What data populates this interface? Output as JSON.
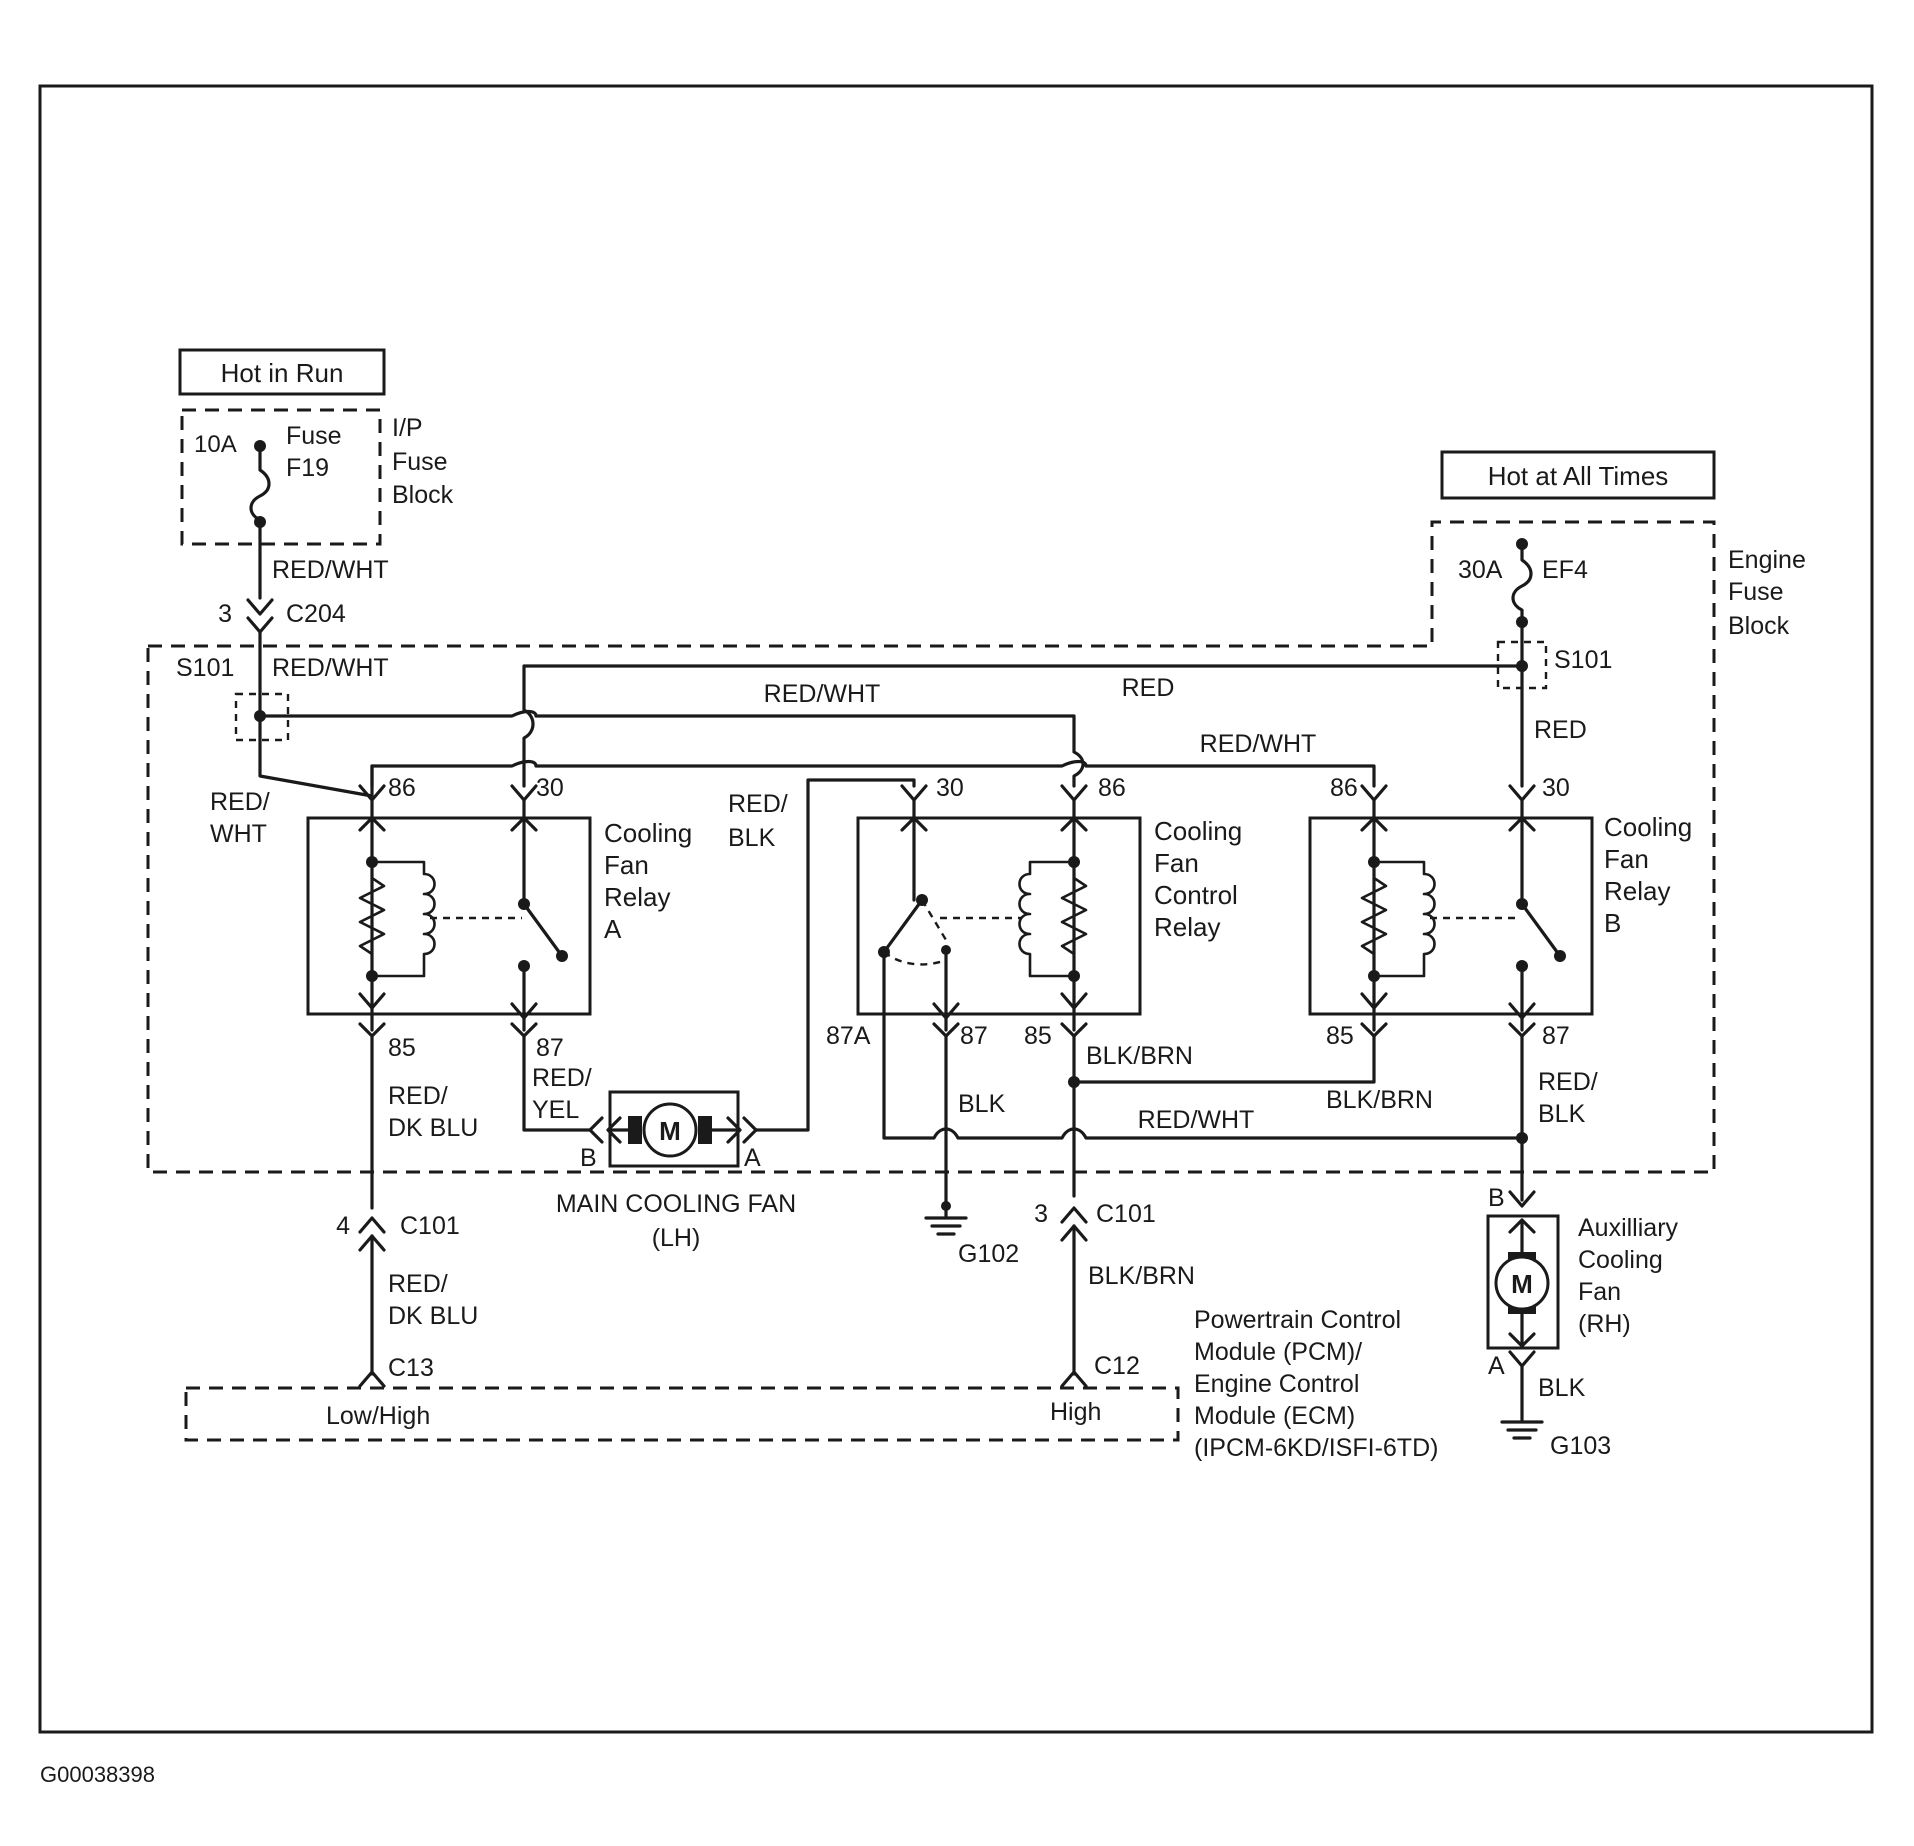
{
  "figure_id": "G00038398",
  "power": {
    "hot_in_run": "Hot in Run",
    "hot_at_all_times": "Hot at All Times"
  },
  "ip_fuse": {
    "rating": "10A",
    "name_line1": "Fuse",
    "name_line2": "F19",
    "block_line1": "I/P",
    "block_line2": "Fuse",
    "block_line3": "Block"
  },
  "engine_fuse": {
    "rating": "30A",
    "name": "EF4",
    "block_line1": "Engine",
    "block_line2": "Fuse",
    "block_line3": "Block"
  },
  "connectors": {
    "c204_pin": "3",
    "c204": "C204",
    "s101_left": "S101",
    "s101_right": "S101",
    "c101_left_pin": "4",
    "c101_left": "C101",
    "c101_right_pin": "3",
    "c101_right": "C101",
    "c13": "C13",
    "c12": "C12"
  },
  "wires": {
    "red_wht_top": "RED/WHT",
    "red_wht_s101": "RED/WHT",
    "red_wht_left_1": "RED/",
    "red_wht_left_2": "WHT",
    "red_wht_mid": "RED/WHT",
    "red": "RED",
    "red_wht_right": "RED/WHT",
    "red_right": "RED",
    "red_blk_1": "RED/",
    "red_blk_2": "BLK",
    "red_dk_blu_1": "RED/",
    "red_dk_blu_2": "DK BLU",
    "red_yel_1": "RED/",
    "red_yel_2": "YEL",
    "blk": "BLK",
    "blk_brn_1": "BLK/BRN",
    "blk_brn_2": "BLK/BRN",
    "red_wht_bottom": "RED/WHT",
    "red_blk_b_1": "RED/",
    "red_blk_b_2": "BLK",
    "red_dk_blu_low_1": "RED/",
    "red_dk_blu_low_2": "DK BLU",
    "blk_brn_low": "BLK/BRN",
    "blk_aux": "BLK"
  },
  "relays": {
    "a": {
      "line1": "Cooling",
      "line2": "Fan",
      "line3": "Relay",
      "line4": "A",
      "pin86": "86",
      "pin30": "30",
      "pin85": "85",
      "pin87": "87"
    },
    "control": {
      "line1": "Cooling",
      "line2": "Fan",
      "line3": "Control",
      "line4": "Relay",
      "pin30": "30",
      "pin86": "86",
      "pin87a": "87A",
      "pin87": "87",
      "pin85": "85"
    },
    "b": {
      "line1": "Cooling",
      "line2": "Fan",
      "line3": "Relay",
      "line4": "B",
      "pin86": "86",
      "pin30": "30",
      "pin85": "85",
      "pin87": "87"
    }
  },
  "main_fan": {
    "motor": "M",
    "pin_b": "B",
    "pin_a": "A",
    "label_line1": "MAIN COOLING FAN",
    "label_line2": "(LH)"
  },
  "aux_fan": {
    "motor": "M",
    "pin_b": "B",
    "pin_a": "A",
    "label_line1": "Auxilliary",
    "label_line2": "Cooling",
    "label_line3": "Fan",
    "label_line4": "(RH)"
  },
  "grounds": {
    "g102": "G102",
    "g103": "G103"
  },
  "pcm": {
    "low_high": "Low/High",
    "high": "High",
    "label_line1": "Powertrain Control",
    "label_line2": "Module (PCM)/",
    "label_line3": "Engine Control",
    "label_line4": "Module (ECM)",
    "label_line5": "(IPCM-6KD/ISFI-6TD)"
  }
}
